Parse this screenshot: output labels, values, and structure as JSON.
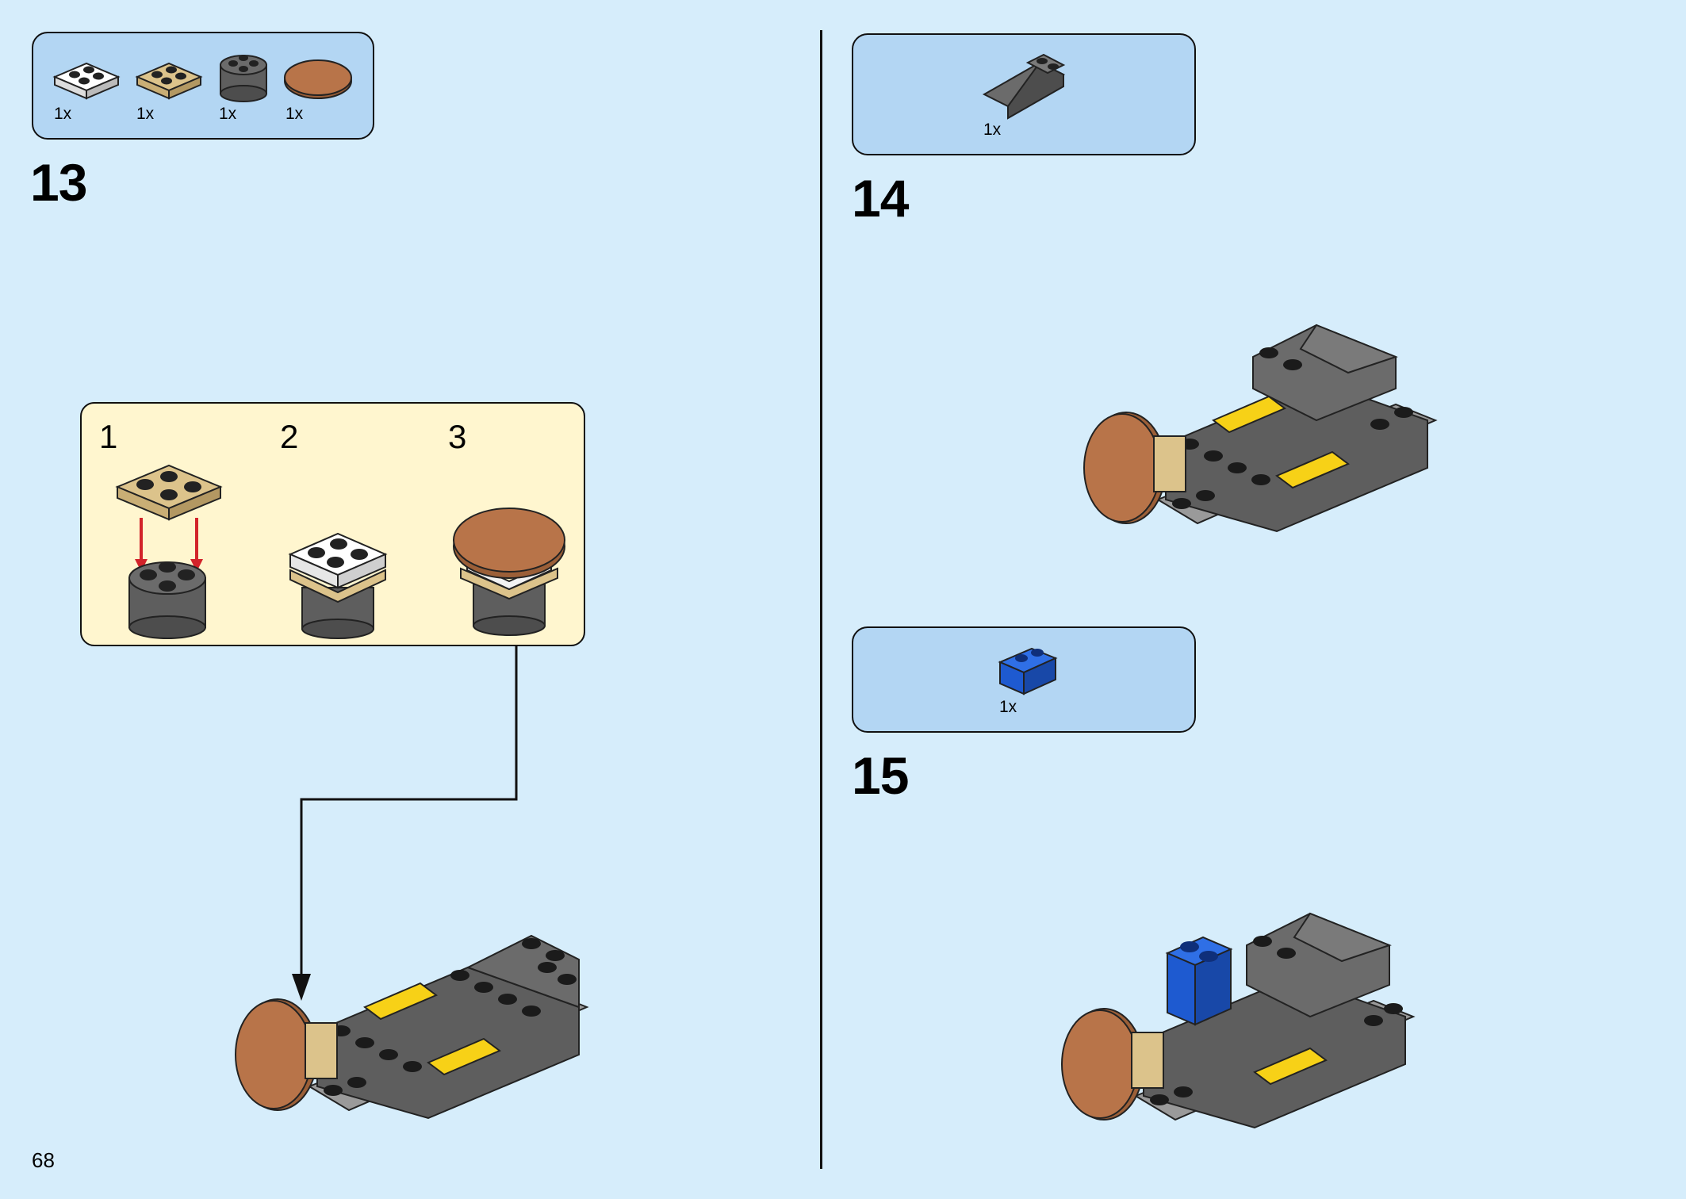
{
  "page_number": "68",
  "steps": [
    {
      "number": "13",
      "parts": [
        {
          "icon": "white-plate-2x2-icon",
          "qty": "1x"
        },
        {
          "icon": "tan-plate-2x2-icon",
          "qty": "1x"
        },
        {
          "icon": "dark-gray-round-brick-2x2-icon",
          "qty": "1x"
        },
        {
          "icon": "brown-round-tile-2x2-icon",
          "qty": "1x"
        }
      ],
      "substeps": [
        "1",
        "2",
        "3"
      ]
    },
    {
      "number": "14",
      "parts": [
        {
          "icon": "dark-gray-slope-icon",
          "qty": "1x"
        }
      ]
    },
    {
      "number": "15",
      "parts": [
        {
          "icon": "blue-brick-1x2-icon",
          "qty": "1x"
        }
      ]
    }
  ],
  "colors": {
    "background": "#d6edfb",
    "parts_box": "#b3d6f3",
    "subassembly_box": "#fff6cf",
    "dark_gray": "#5e5e5e",
    "black": "#1b1b1b",
    "yellow": "#f7d117",
    "brown": "#b87449",
    "tan": "#dcc38b",
    "blue": "#1e5ad0",
    "arrow_red": "#d2232a"
  }
}
